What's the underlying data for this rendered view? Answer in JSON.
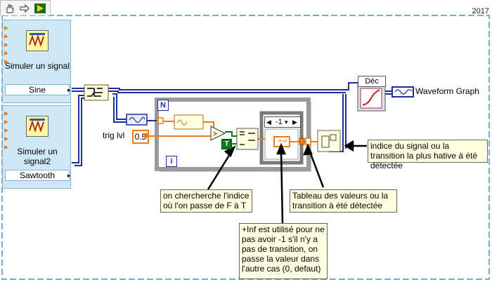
{
  "header": {
    "version_label": "2017"
  },
  "toolbar": {
    "icons": [
      "hand-icon",
      "arrow-right-icon",
      "run-icon"
    ]
  },
  "express_vis": [
    {
      "title": "Simuler un signal",
      "property": "Sine"
    },
    {
      "title": "Simuler un signal2",
      "property": "Sawtooth"
    }
  ],
  "labels": {
    "trig_level": "trig lvl",
    "trig_value": "0.5",
    "waveform_graph": "Waveform Graph",
    "loop_count": "N",
    "loop_index": "i",
    "true_constant": "T",
    "case_selector": "-1",
    "inf_symbol": "+∞",
    "decimate": "Déc"
  },
  "notes": [
    "on chercherche l'indice où l'on passe de F à T",
    "Tableau des valeurs ou la transition à été détectée",
    "+Inf est utilisé pour ne pas avoir -1 s'il n'y a pas de transition, on passe la valeur dans l'autre cas (0, defaut)",
    "indice du signal ou la transition la plus hative à été détectée"
  ],
  "colors": {
    "wire_blue": "#1d2f9a",
    "wire_orange": "#ee7b13",
    "wire_green": "#0a7a1a",
    "express_bg": "#cfe8f8",
    "note_bg": "#ffffe1"
  }
}
